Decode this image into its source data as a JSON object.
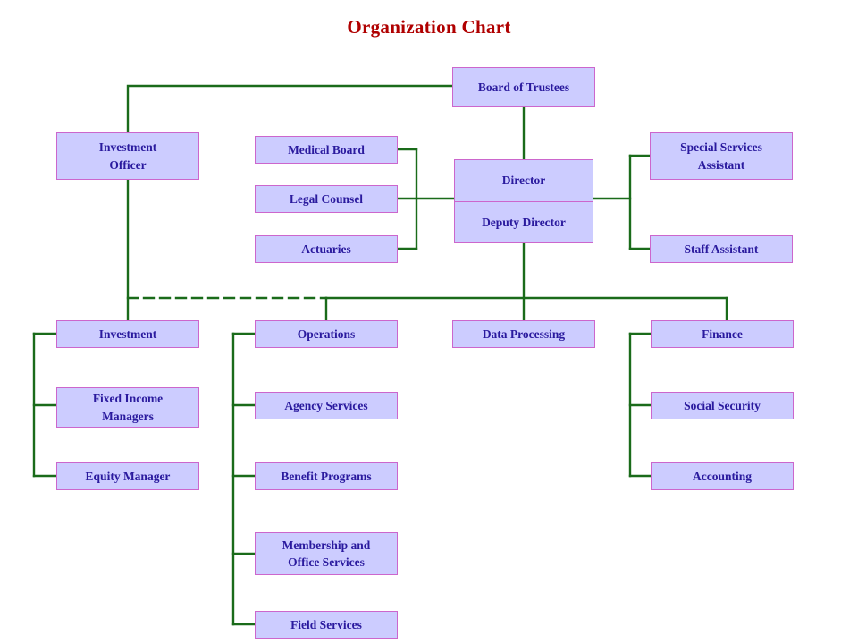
{
  "title": "Organization Chart",
  "colors": {
    "title_color": "#B00000",
    "box_fill": "#CCCCFF",
    "box_border": "#CC66CC",
    "text_color": "#2A1A9E",
    "connector": "#1A6B1A",
    "background": "#FFFFFF"
  },
  "nodes": {
    "board_of_trustees": {
      "label": "Board of Trustees"
    },
    "investment_officer": {
      "line1": "Investment",
      "line2": "Officer"
    },
    "medical_board": {
      "label": "Medical Board"
    },
    "legal_counsel": {
      "label": "Legal Counsel"
    },
    "actuaries": {
      "label": "Actuaries"
    },
    "director": {
      "line1": "Director",
      "line2": "Deputy Director"
    },
    "special_services_assistant": {
      "line1": "Special Services",
      "line2": "Assistant"
    },
    "staff_assistant": {
      "label": "Staff Assistant"
    },
    "investment": {
      "label": "Investment"
    },
    "fixed_income_managers": {
      "line1": "Fixed Income",
      "line2": "Managers"
    },
    "equity_manager": {
      "label": "Equity Manager"
    },
    "operations": {
      "label": "Operations"
    },
    "agency_services": {
      "label": "Agency Services"
    },
    "benefit_programs": {
      "label": "Benefit Programs"
    },
    "membership_office_services": {
      "line1": "Membership and",
      "line2": "Office Services"
    },
    "field_services": {
      "label": "Field Services"
    },
    "data_processing": {
      "label": "Data Processing"
    },
    "finance": {
      "label": "Finance"
    },
    "social_security": {
      "label": "Social Security"
    },
    "accounting": {
      "label": "Accounting"
    }
  },
  "chart_data": {
    "type": "diagram",
    "diagram_type": "organization-chart",
    "title": "Organization Chart",
    "root": "Board of Trustees",
    "hierarchy": [
      {
        "name": "Board of Trustees",
        "children": [
          {
            "name": "Investment Officer",
            "relation": "direct-report-left",
            "children": []
          },
          {
            "name": "Director / Deputy Director",
            "relation": "direct-report",
            "staff": [
              "Medical Board",
              "Legal Counsel",
              "Actuaries",
              "Special Services Assistant",
              "Staff Assistant"
            ],
            "children": [
              {
                "name": "Investment",
                "link": "dashed",
                "children": [
                  "Fixed Income Managers",
                  "Equity Manager"
                ]
              },
              {
                "name": "Operations",
                "link": "solid",
                "children": [
                  "Agency Services",
                  "Benefit Programs",
                  "Membership and Office Services",
                  "Field Services"
                ]
              },
              {
                "name": "Data Processing",
                "link": "solid",
                "children": []
              },
              {
                "name": "Finance",
                "link": "solid",
                "children": [
                  "Social Security",
                  "Accounting"
                ]
              }
            ]
          }
        ]
      }
    ],
    "notes": "Dashed connector links the Investment division to the divisional bus; all other connectors are solid."
  }
}
